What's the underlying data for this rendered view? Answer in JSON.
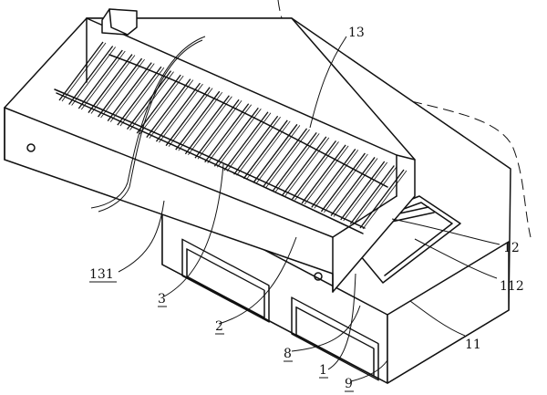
{
  "labels": {
    "l13": "13",
    "l131": "131",
    "l3": "3",
    "l2": "2",
    "l8": "8",
    "l1": "1",
    "l9": "9",
    "l11": "11",
    "l112": "112",
    "l12": "12"
  },
  "rod_count": 32
}
